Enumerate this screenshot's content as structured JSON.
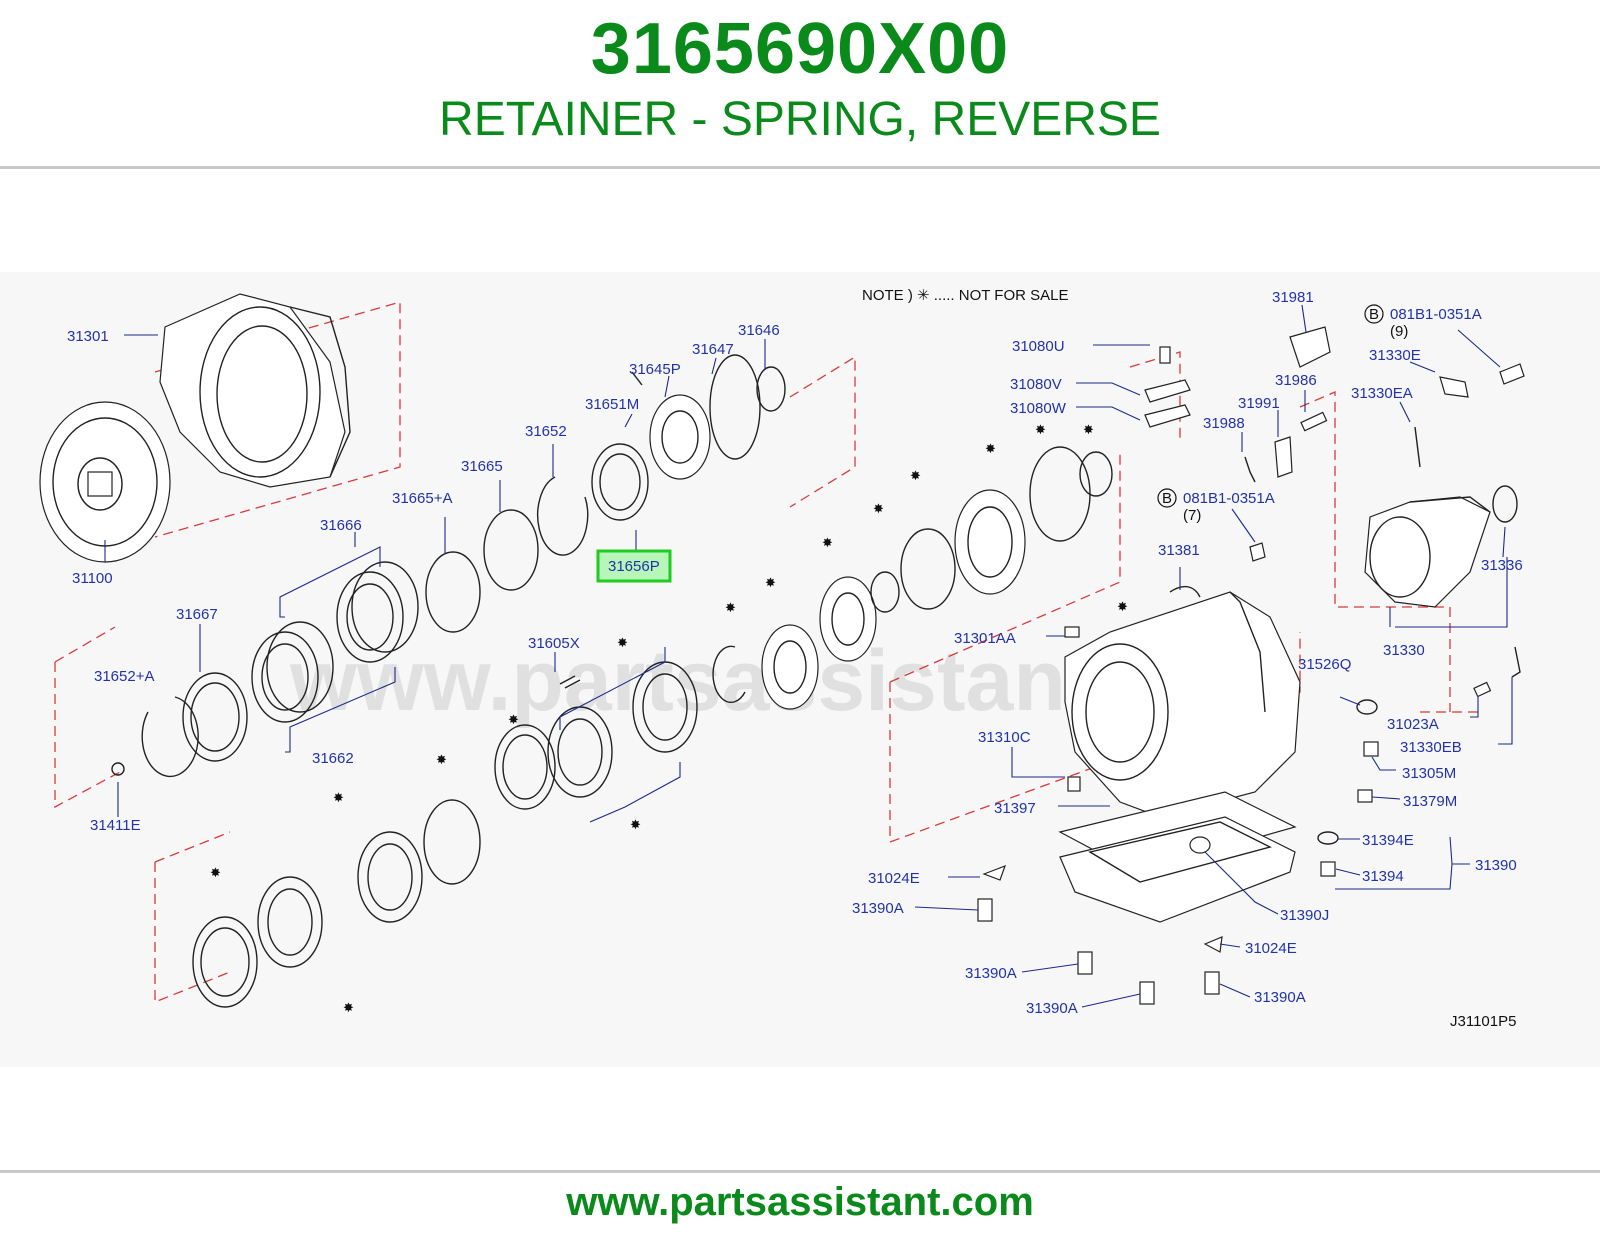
{
  "header": {
    "part_number": "3165690X00",
    "description": "RETAINER - SPRING, REVERSE"
  },
  "diagram": {
    "note": "NOTE  )  ✳ ..... NOT  FOR  SALE",
    "watermark": "www.partsassistant.com",
    "code": "J31101P5",
    "highlight_color": "#1fcc1f",
    "highlighted_label": "31656P",
    "labels": {
      "l31301": "31301",
      "l31100": "31100",
      "l31666": "31666",
      "l31665a": "31665+A",
      "l31665": "31665",
      "l31652": "31652",
      "l31651m": "31651M",
      "l31645p": "31645P",
      "l31647": "31647",
      "l31646": "31646",
      "l31656p": "31656P",
      "l31667": "31667",
      "l31652a": "31652+A",
      "l31662": "31662",
      "l31411e": "31411E",
      "l31605x": "31605X",
      "l31080u": "31080U",
      "l31080v": "31080V",
      "l31080w": "31080W",
      "l31981": "31981",
      "l31986": "31986",
      "l31991": "31991",
      "l31988": "31988",
      "lb1": "B",
      "l081b1a": "081B1-0351A",
      "l9": "(9)",
      "l31330e": "31330E",
      "l31330ea": "31330EA",
      "lb2": "B",
      "l081b1b": "081B1-0351A",
      "l7": "(7)",
      "l31381": "31381",
      "l31336": "31336",
      "l31330": "31330",
      "l31301aa": "31301AA",
      "l31526q": "31526Q",
      "l31023a": "31023A",
      "l31330eb": "31330EB",
      "l31310c": "31310C",
      "l31305m": "31305M",
      "l31397": "31397",
      "l31379m": "31379M",
      "l31394e": "31394E",
      "l31390": "31390",
      "l31394": "31394",
      "l31024e1": "31024E",
      "l31390a1": "31390A",
      "l31390j": "31390J",
      "l31024e2": "31024E",
      "l31390a2": "31390A",
      "l31390a3": "31390A",
      "l31390a4": "31390A"
    }
  },
  "footer": {
    "url": "www.partsassistant.com"
  }
}
